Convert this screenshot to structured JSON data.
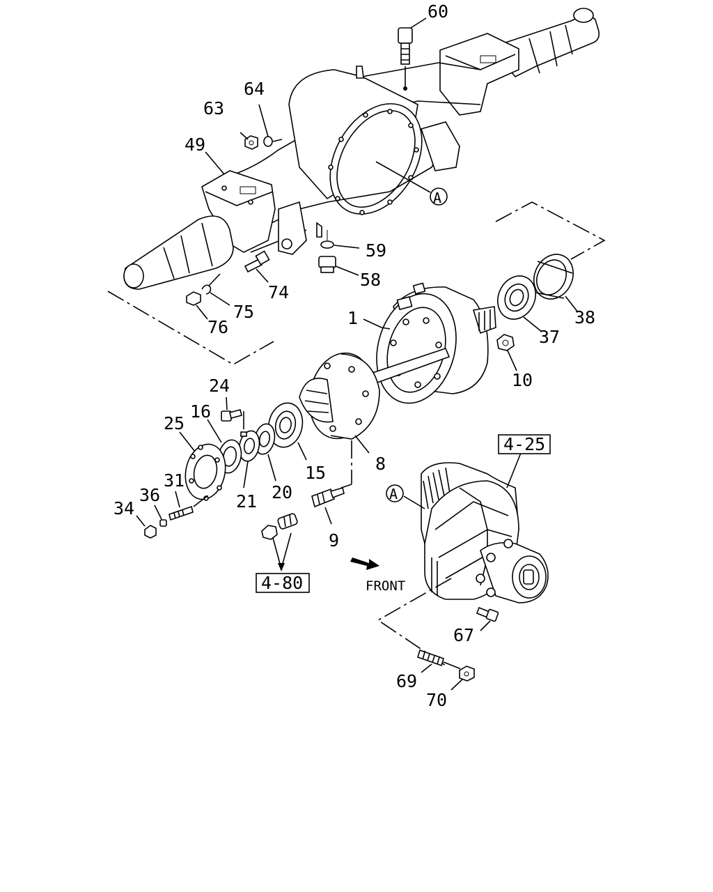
{
  "callouts": {
    "p60": "60",
    "p64": "64",
    "p63": "63",
    "p49": "49",
    "pA1": "A",
    "p59": "59",
    "p58": "58",
    "p74": "74",
    "p75": "75",
    "p76": "76",
    "p1": "1",
    "p37": "37",
    "p38": "38",
    "p10": "10",
    "p24": "24",
    "p16": "16",
    "p25": "25",
    "p31": "31",
    "p36": "36",
    "p34": "34",
    "p21": "21",
    "p20": "20",
    "p15": "15",
    "p8": "8",
    "p9": "9",
    "pA2": "A",
    "p67": "67",
    "p69": "69",
    "p70": "70"
  },
  "references": {
    "ref_425": "4-25",
    "ref_480": "4-80"
  },
  "direction_label": "FRONT"
}
